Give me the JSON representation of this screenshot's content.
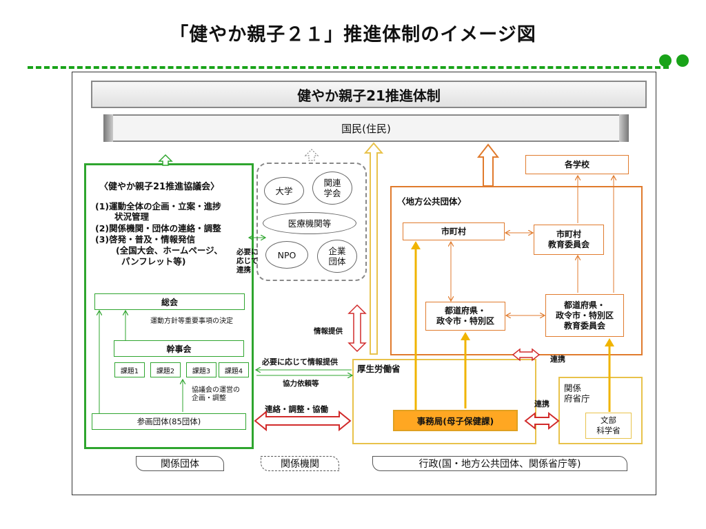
{
  "title": "「健やか親子２１」推進体制のイメージ図",
  "banner": {
    "main": "健やか親子21推進体制",
    "citizens": "国民(住民)"
  },
  "council": {
    "heading": "〈健やか親子21推進協議会〉",
    "items": [
      "(1)運動全体の企画・立案・進捗",
      "状況管理",
      "(2)関係機関・団体の連絡・調整",
      "(3)啓発・普及・情報発信",
      "(全国大会、ホームページ、",
      "パンフレット等)"
    ],
    "general_assembly": "総会",
    "decision_note": "運動方針等重要事項の決定",
    "steering": "幹事会",
    "tasks": [
      "課題1",
      "課題2",
      "課題3",
      "課題4"
    ],
    "operation_note": [
      "協議会の運営の",
      "企画・調整"
    ],
    "members": "参画団体(85団体)"
  },
  "institutions": {
    "university": "大学",
    "academic": [
      "関連",
      "学会"
    ],
    "medical": "医療機関等",
    "npo": "NPO",
    "company": [
      "企業",
      "団体"
    ]
  },
  "local_gov": {
    "heading": "〈地方公共団体〉",
    "municipality": "市町村",
    "municipal_board": [
      "市町村",
      "教育委員会"
    ],
    "prefecture": [
      "都道府県・",
      "政令市・特別区"
    ],
    "prefecture_board": [
      "都道府県・",
      "政令市・特別区",
      "教育委員会"
    ]
  },
  "schools": "各学校",
  "mhlw": "厚生労働省",
  "office": "事務局(母子保健課)",
  "ministries": {
    "label": [
      "関係",
      "府省庁"
    ],
    "mext": [
      "文部",
      "科学省"
    ]
  },
  "labels": {
    "as_needed": [
      "必要に",
      "応じて",
      "連携"
    ],
    "info_provide": "情報提供",
    "info_as_needed": "必要に応じて情報提供",
    "coop_request": "協力依頼等",
    "liaison_coord": "連絡・調整・協働",
    "cooperation_1": "連携",
    "cooperation_2": "連携"
  },
  "footer": {
    "orgs": "関係団体",
    "institutions": "関係機関",
    "gov": "行政(国・地方公共団体、関係省庁等)"
  }
}
